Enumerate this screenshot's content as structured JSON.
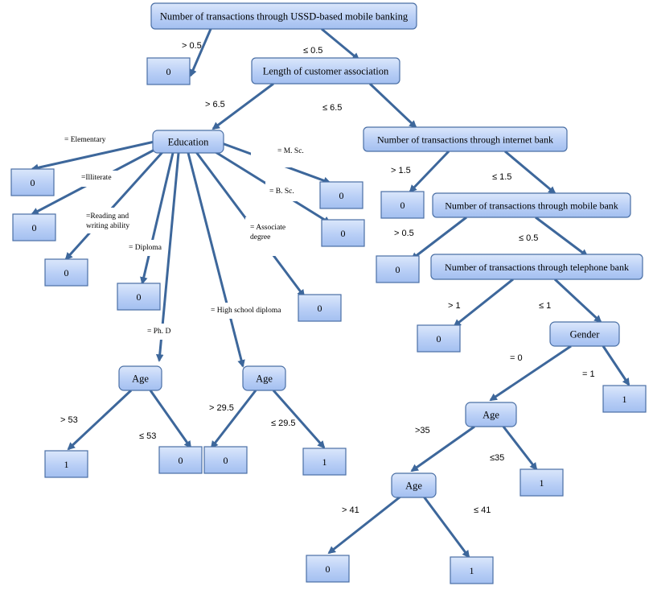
{
  "diagram": {
    "type": "decision-tree",
    "nodes": [
      {
        "id": "root",
        "label": "Number of transactions through USSD-based mobile banking"
      },
      {
        "id": "n_usd_gt",
        "label": "0"
      },
      {
        "id": "n_length",
        "label": "Length of customer association"
      },
      {
        "id": "n_edu",
        "label": "Education"
      },
      {
        "id": "n_internet",
        "label": "Number of transactions through internet bank"
      },
      {
        "id": "e_elem",
        "label": "0"
      },
      {
        "id": "e_illit",
        "label": "0"
      },
      {
        "id": "e_read",
        "label": "0"
      },
      {
        "id": "e_dipl",
        "label": "0"
      },
      {
        "id": "age_phd",
        "label": "Age"
      },
      {
        "id": "age_hs",
        "label": "Age"
      },
      {
        "id": "e_assoc",
        "label": "0"
      },
      {
        "id": "e_bsc",
        "label": "0"
      },
      {
        "id": "e_msc",
        "label": "0"
      },
      {
        "id": "phd_gt53",
        "label": "1"
      },
      {
        "id": "phd_le53",
        "label": "0"
      },
      {
        "id": "hs_gt29",
        "label": "0"
      },
      {
        "id": "hs_le29",
        "label": "1"
      },
      {
        "id": "int_gt",
        "label": "0"
      },
      {
        "id": "n_mobile",
        "label": "Number of transactions through mobile bank"
      },
      {
        "id": "mob_gt",
        "label": "0"
      },
      {
        "id": "n_tel",
        "label": "Number of transactions through telephone bank"
      },
      {
        "id": "tel_gt",
        "label": "0"
      },
      {
        "id": "n_gender",
        "label": "Gender"
      },
      {
        "id": "g_1",
        "label": "1"
      },
      {
        "id": "age_g",
        "label": "Age"
      },
      {
        "id": "ag_le35",
        "label": "1"
      },
      {
        "id": "age_35",
        "label": "Age"
      },
      {
        "id": "a41_gt",
        "label": "0"
      },
      {
        "id": "a41_le",
        "label": "1"
      }
    ],
    "edges": [
      {
        "from": "root",
        "to": "n_usd_gt",
        "label": "> 0.5"
      },
      {
        "from": "root",
        "to": "n_length",
        "label": "≤ 0.5"
      },
      {
        "from": "n_length",
        "to": "n_edu",
        "label": "> 6.5"
      },
      {
        "from": "n_length",
        "to": "n_internet",
        "label": "≤ 6.5"
      },
      {
        "from": "n_edu",
        "to": "e_elem",
        "label": "= Elementary"
      },
      {
        "from": "n_edu",
        "to": "e_illit",
        "label": "=Illiterate"
      },
      {
        "from": "n_edu",
        "to": "e_read",
        "label": "=Reading and writing ability"
      },
      {
        "from": "n_edu",
        "to": "e_dipl",
        "label": "= Diploma"
      },
      {
        "from": "n_edu",
        "to": "age_phd",
        "label": "= Ph. D"
      },
      {
        "from": "n_edu",
        "to": "age_hs",
        "label": "= High school diploma"
      },
      {
        "from": "n_edu",
        "to": "e_assoc",
        "label": "= Associate degree"
      },
      {
        "from": "n_edu",
        "to": "e_bsc",
        "label": "= B. Sc."
      },
      {
        "from": "n_edu",
        "to": "e_msc",
        "label": "= M. Sc."
      },
      {
        "from": "age_phd",
        "to": "phd_gt53",
        "label": "> 53"
      },
      {
        "from": "age_phd",
        "to": "phd_le53",
        "label": "≤ 53"
      },
      {
        "from": "age_hs",
        "to": "hs_gt29",
        "label": "> 29.5"
      },
      {
        "from": "age_hs",
        "to": "hs_le29",
        "label": "≤ 29.5"
      },
      {
        "from": "n_internet",
        "to": "int_gt",
        "label": "> 1.5"
      },
      {
        "from": "n_internet",
        "to": "n_mobile",
        "label": "≤ 1.5"
      },
      {
        "from": "n_mobile",
        "to": "mob_gt",
        "label": "> 0.5"
      },
      {
        "from": "n_mobile",
        "to": "n_tel",
        "label": "≤ 0.5"
      },
      {
        "from": "n_tel",
        "to": "tel_gt",
        "label": "> 1"
      },
      {
        "from": "n_tel",
        "to": "n_gender",
        "label": "≤ 1"
      },
      {
        "from": "n_gender",
        "to": "age_g",
        "label": "= 0"
      },
      {
        "from": "n_gender",
        "to": "g_1",
        "label": "= 1"
      },
      {
        "from": "age_g",
        "to": "age_35",
        "label": ">35"
      },
      {
        "from": "age_g",
        "to": "ag_le35",
        "label": "≤35"
      },
      {
        "from": "age_35",
        "to": "a41_gt",
        "label": "> 41"
      },
      {
        "from": "age_35",
        "to": "a41_le",
        "label": "≤ 41"
      }
    ]
  }
}
